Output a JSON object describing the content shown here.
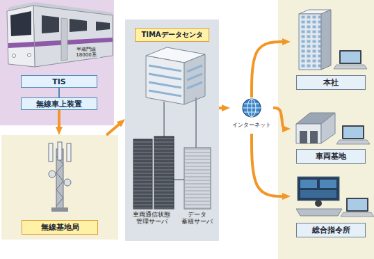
{
  "diagram": {
    "nodes": [
      {
        "text": [
          "TIS"
        ]
      },
      {
        "text": [
          "無線車上装置"
        ]
      },
      {
        "text": [
          "無線基地局"
        ]
      },
      {
        "text": [
          "TIMAデータセンタ"
        ]
      },
      {
        "text": [
          "インターネット"
        ]
      },
      {
        "text": [
          "本社"
        ]
      },
      {
        "text": [
          "車両基地"
        ]
      },
      {
        "text": [
          "総合指令所"
        ]
      }
    ],
    "edges": [
      {
        "from": 0,
        "to": 1,
        "arrow": "none"
      },
      {
        "from": 1,
        "to": 2,
        "arrow": "to"
      },
      {
        "from": 2,
        "to": 3,
        "arrow": "to"
      },
      {
        "from": 3,
        "to": 4,
        "arrow": "to"
      },
      {
        "from": 4,
        "to": 5,
        "arrow": "to"
      },
      {
        "from": 4,
        "to": 6,
        "arrow": "to"
      },
      {
        "from": 4,
        "to": 7,
        "arrow": "to"
      }
    ],
    "labels": [
      "半蔵門線 18000系",
      "車両通信状態 管理サーバ",
      "データ 蓄積サーバ"
    ]
  }
}
